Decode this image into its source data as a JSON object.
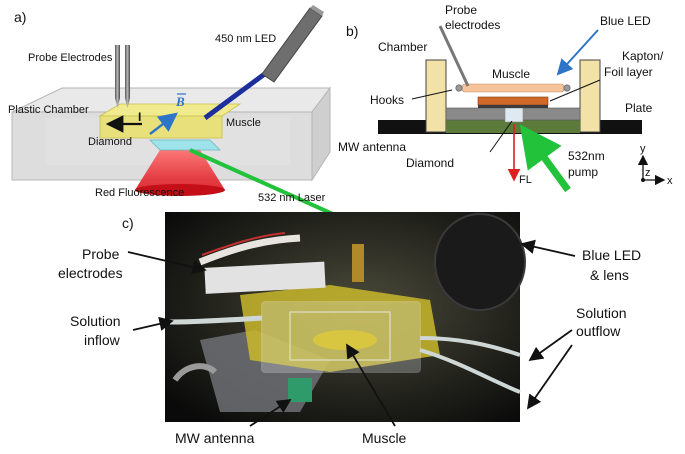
{
  "panel_a": {
    "letter": "a)",
    "probe_electrodes": "Probe Electrodes",
    "led": "450 nm LED",
    "plastic_chamber": "Plastic Chamber",
    "current_symbol": "I",
    "field_symbol": "B",
    "muscle": "Muscle",
    "diamond": "Diamond",
    "red_fluorescence": "Red Fluorescence",
    "laser": "532 nm Laser"
  },
  "panel_b": {
    "letter": "b)",
    "probe_electrodes_line1": "Probe",
    "probe_electrodes_line2": "electrodes",
    "blue_led": "Blue LED",
    "chamber": "Chamber",
    "muscle": "Muscle",
    "kapton_line1": "Kapton/",
    "kapton_line2": "Foil layer",
    "hooks": "Hooks",
    "plate": "Plate",
    "mw_antenna": "MW antenna",
    "diamond": "Diamond",
    "fl": "FL",
    "pump_line1": "532nm",
    "pump_line2": "pump",
    "axis_y": "y",
    "axis_z": "z",
    "axis_x": "x"
  },
  "panel_c": {
    "letter": "c)",
    "probe_electrodes_line1": "Probe",
    "probe_electrodes_line2": "electrodes",
    "blue_led_line1": "Blue LED",
    "blue_led_line2": "& lens",
    "inflow_line1": "Solution",
    "inflow_line2": "inflow",
    "outflow_line1": "Solution",
    "outflow_line2": "outflow",
    "mw_antenna": "MW antenna",
    "muscle": "Muscle"
  },
  "colors": {
    "muscle_yellow": "#e8e07a",
    "diamond_cyan": "#9fe3ea",
    "laser_green": "#22c23a",
    "led_blue": "#1c2f9c",
    "fluorescence_red": "#e8262c",
    "kapton_orange": "#d06a2a",
    "antenna_green": "#5c7a3a",
    "chamber_tan": "#f3e2a8"
  }
}
